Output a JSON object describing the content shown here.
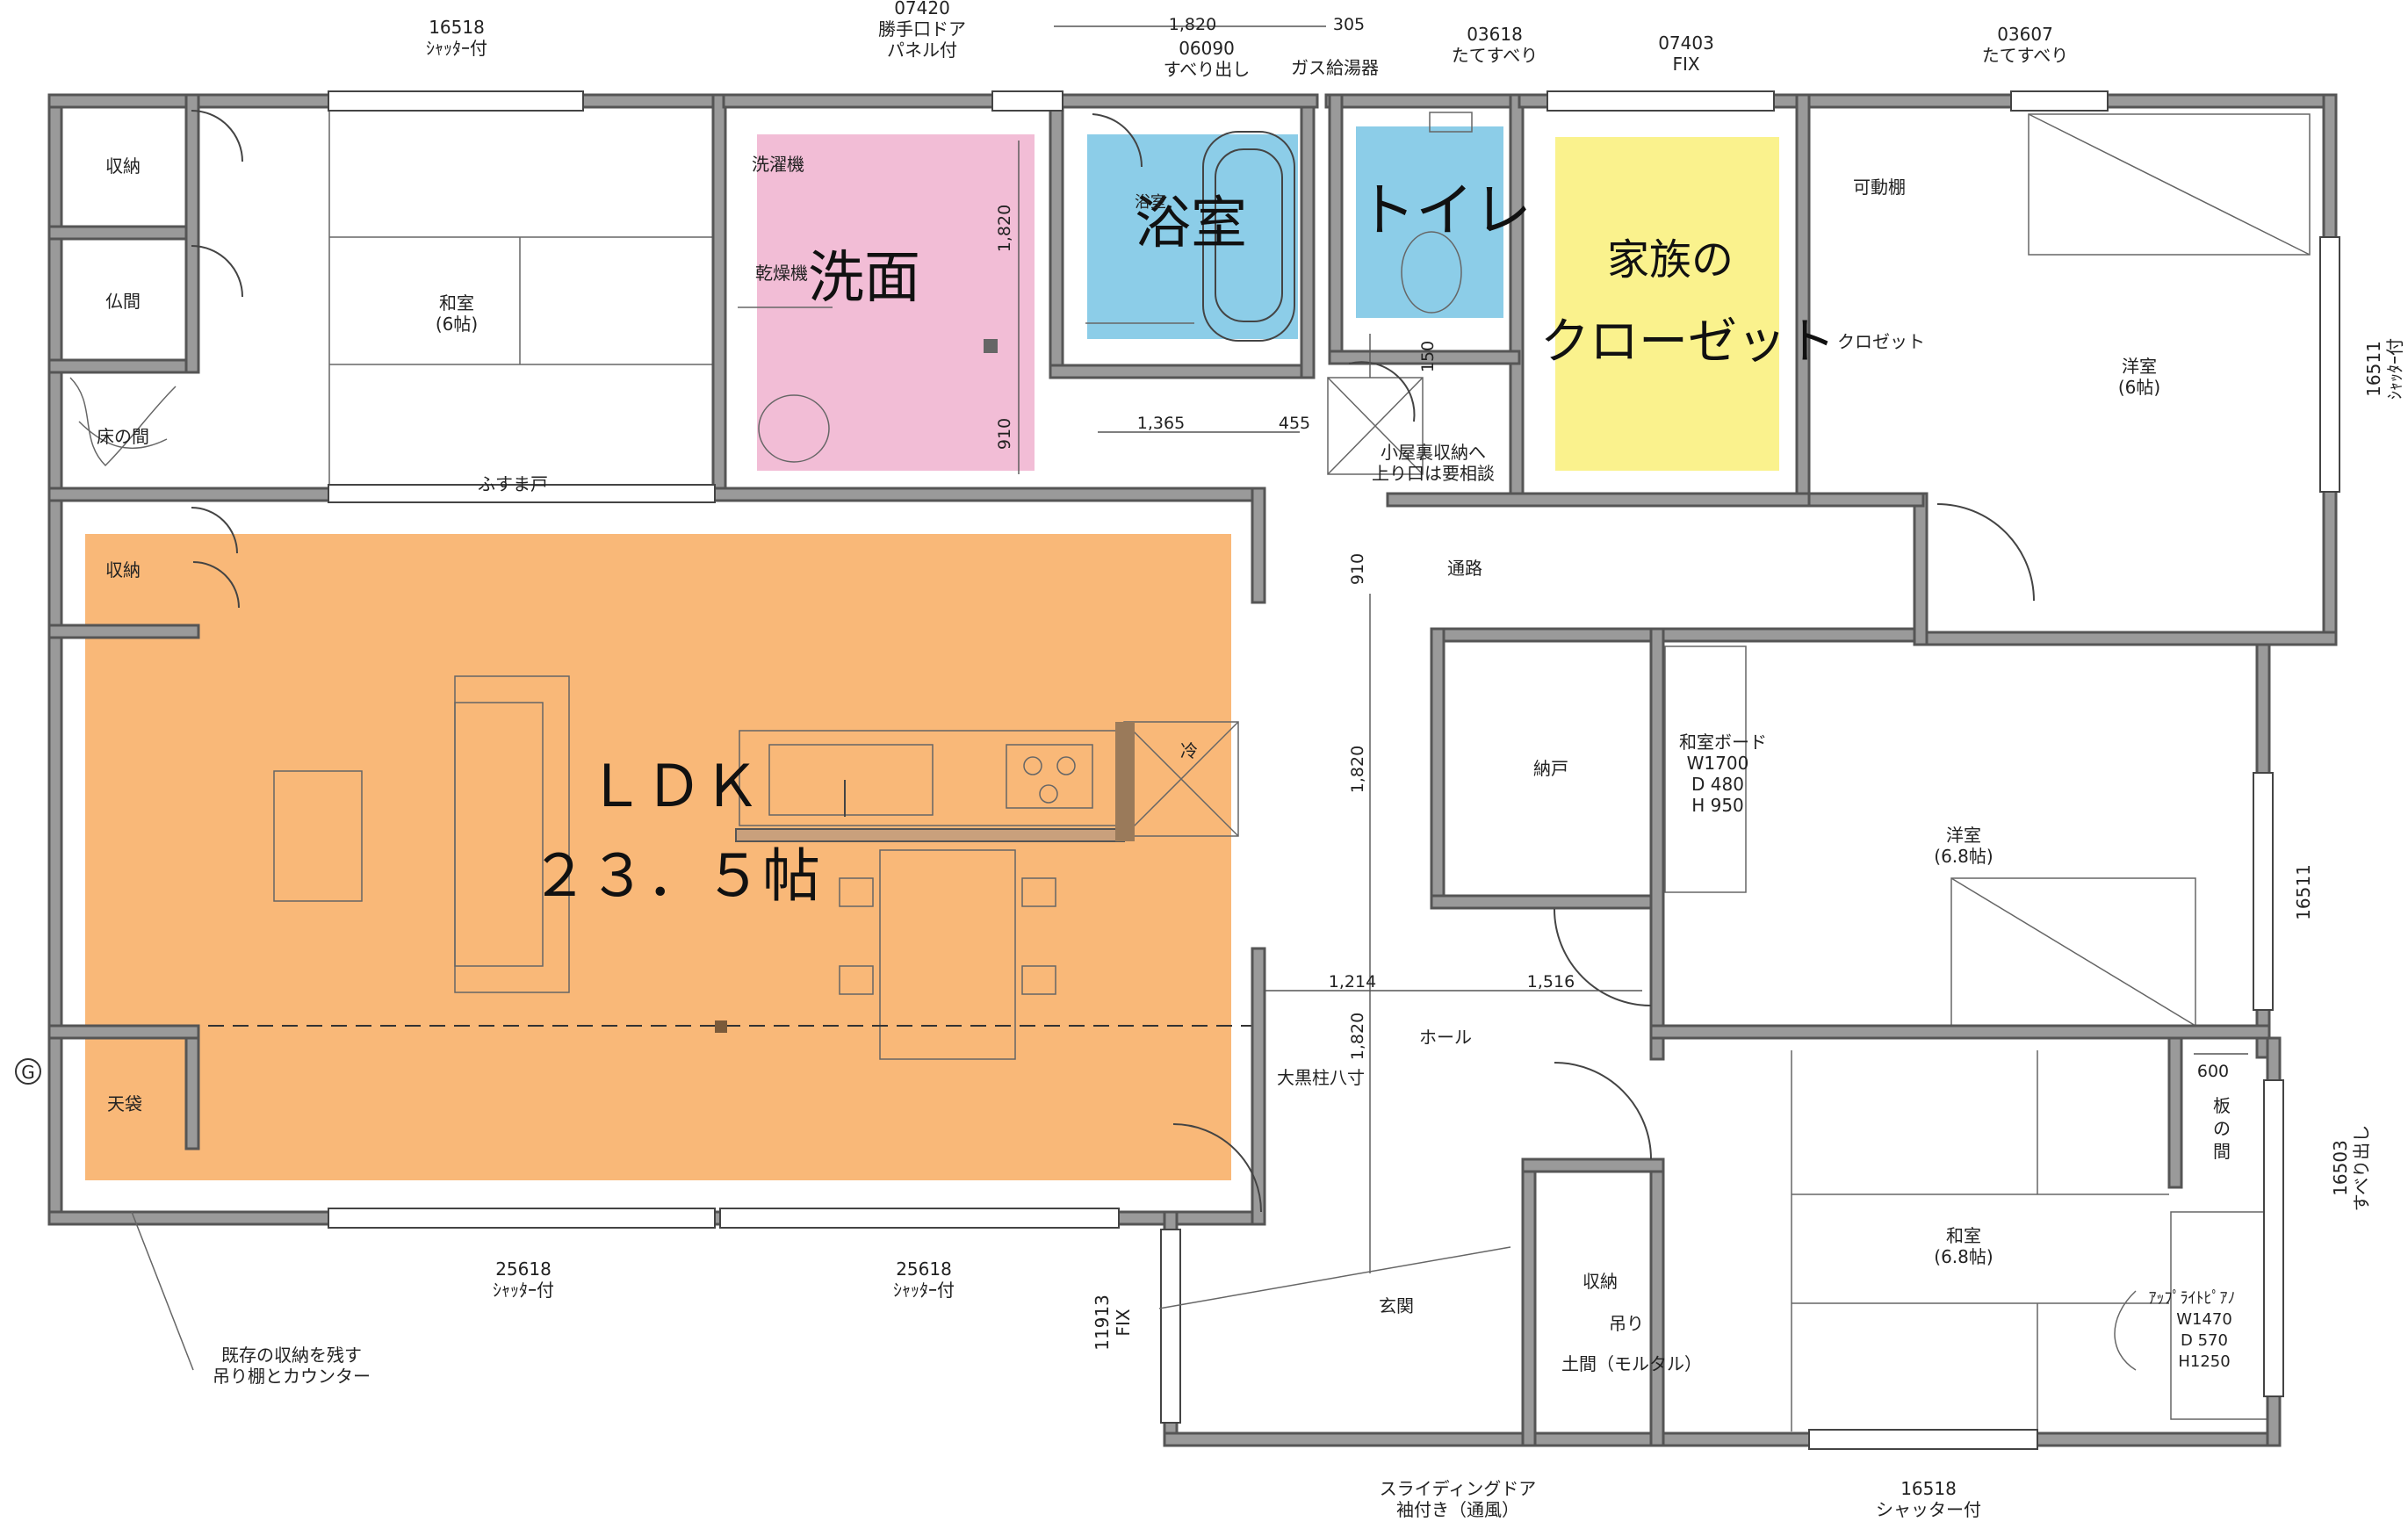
{
  "colors": {
    "ldk": "#f9b878",
    "sen": "#f2bdd6",
    "bath": "#8ccde8",
    "toilet": "#8ccde8",
    "family_closet": "#faf28d",
    "wall": "#9a9a9a",
    "line": "#444444"
  },
  "highlights": {
    "ldk_title": "ＬＤＫ",
    "ldk_size": "２３．５帖",
    "sen": "洗面",
    "bath": "浴室",
    "toilet": "トイレ",
    "family_closet_1": "家族の",
    "family_closet_2": "クローゼット"
  },
  "rooms": {
    "washitsu_nw_name": "和室",
    "washitsu_nw_size": "(6帖)",
    "shuno_1": "収納",
    "butsuma": "仏間",
    "tokonoma": "床の間",
    "shuno_ldk": "収納",
    "tenbukuro": "天袋",
    "sentakuki": "洗濯機",
    "kansoki": "乾燥機",
    "yokushitsu_small": "浴室",
    "kanosana": "可動棚",
    "closet": "クロゼット",
    "yoshitsu_ne_name": "洋室",
    "yoshitsu_ne_size": "(6帖)",
    "tsuro": "通路",
    "nando": "納戸",
    "washitsu_board_1": "和室ボード",
    "washitsu_board_2": "W1700",
    "washitsu_board_3": "D 480",
    "washitsu_board_4": "H 950",
    "yoshitsu_mid_name": "洋室",
    "yoshitsu_mid_size": "(6.8帖)",
    "hall": "ホール",
    "daikoku": "大黒柱八寸",
    "genkan": "玄関",
    "shuno_genkan": "収納",
    "turi": "吊り",
    "doma": "土間（モルタル）",
    "washitsu_se_name": "和室",
    "washitsu_se_size": "(6.8帖)",
    "itanoma_1": "板",
    "itanoma_2": "の",
    "itanoma_3": "間",
    "piano_1": "ｱｯﾌﾟﾗｲﾄﾋﾟｱﾉ",
    "piano_2": "W1470",
    "piano_3": "D 570",
    "piano_4": "H1250",
    "rei": "冷",
    "fusuma": "ふすま戸",
    "koyaura_1": "小屋裏収納へ",
    "koyaura_2": "上り口は要相談",
    "kison_1": "既存の収納を残す",
    "kison_2": "吊り棚とカウンター",
    "gas": "ガス給湯器"
  },
  "windows": {
    "w16518_top": "16518",
    "w16518_top_sub": "ｼｬｯﾀｰ付",
    "w07420": "07420",
    "w07420_sub1": "勝手口ドア",
    "w07420_sub2": "パネル付",
    "w06090": "06090",
    "w06090_sub": "すべり出し",
    "w03618": "03618",
    "w03618_sub": "たてすべり",
    "w07403": "07403",
    "w07403_sub": "FIX",
    "w03607": "03607",
    "w03607_sub": "たてすべり",
    "w16511_ne": "16511",
    "w16511_ne_sub": "ｼｬｯﾀｰ付",
    "w16511_mid": "16511",
    "w16503": "16503",
    "w16503_sub": "すべり出し",
    "w25618_a": "25618",
    "w25618_a_sub": "ｼｬｯﾀｰ付",
    "w25618_b": "25618",
    "w25618_b_sub": "ｼｬｯﾀｰ付",
    "w11913": "11913",
    "w11913_sub": "FIX",
    "w16518_bottom": "16518",
    "w16518_bottom_sub": "シャッター付",
    "sliding_1": "スライディングドア",
    "sliding_2": "袖付き（通風）",
    "grid_mark": "G"
  },
  "dims": {
    "d1820_top": "1,820",
    "d305": "305",
    "d1820_sen": "1,820",
    "d910_sen": "910",
    "d1365": "1,365",
    "d455": "455",
    "d150": "150",
    "d910_tsuro": "910",
    "d1820_nando": "1,820",
    "d1214": "1,214",
    "d1516": "1,516",
    "d1820_hall": "1,820",
    "d600": "600"
  }
}
